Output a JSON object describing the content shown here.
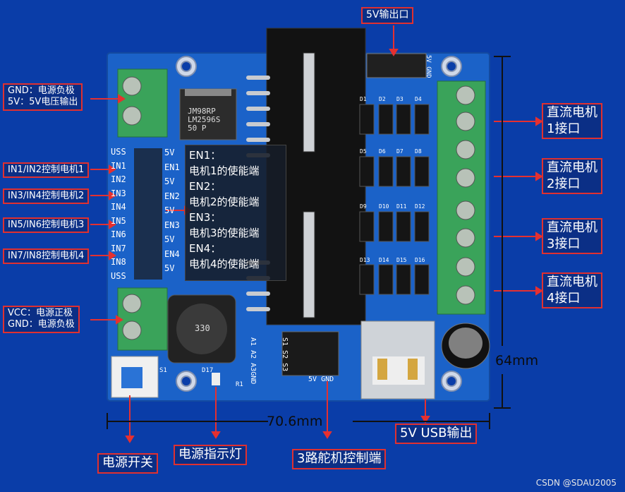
{
  "annotations": {
    "output_5v_header": "5V输出口",
    "gnd_5v": [
      "GND：电源负极",
      "5V：5V电压输出"
    ],
    "in12": "IN1/IN2控制电机1",
    "in34": "IN3/IN4控制电机2",
    "in56": "IN5/IN6控制电机3",
    "in78": "IN7/IN8控制电机4",
    "vcc_gnd": [
      "VCC：电源正极",
      "GND：电源负极"
    ],
    "motor_ports": [
      [
        "直流电机",
        "1接口"
      ],
      [
        "直流电机",
        "2接口"
      ],
      [
        "直流电机",
        "3接口"
      ],
      [
        "直流电机",
        "4接口"
      ]
    ],
    "power_switch": "电源开关",
    "power_led": "电源指示灯",
    "servo_ports": "3路舵机控制端",
    "usb_out": "5V USB输出"
  },
  "enable_overlay": [
    "EN1：",
    "电机1的使能端",
    "EN2：",
    "电机2的使能端",
    "EN3：",
    "电机3的使能端",
    "EN4：",
    "电机4的使能端"
  ],
  "dimensions": {
    "width": "70.6mm",
    "height": "64mm"
  },
  "board_silkscreen": {
    "regulator": [
      "JM98RP",
      "LM2596S",
      "50  P"
    ],
    "inductor": "330",
    "left_pins": [
      "USS",
      "IN1",
      "IN2",
      "IN3",
      "IN4",
      "IN5",
      "IN6",
      "IN7",
      "IN8",
      "USS"
    ],
    "right_pins": [
      "5V",
      "EN1",
      "5V",
      "EN2",
      "5V",
      "EN3",
      "5V",
      "EN4",
      "5V"
    ],
    "servo_pins": [
      "A1",
      "A2",
      "A3",
      "GND",
      "S1",
      "S2",
      "S3",
      "5V",
      "GND"
    ],
    "header_pins": "5V GND",
    "switch": "S1",
    "resistor": "R1",
    "led": "D17",
    "diodes": [
      "D1",
      "D2",
      "D3",
      "D4",
      "D5",
      "D6",
      "D7",
      "D8",
      "D9",
      "D10",
      "D11",
      "D12",
      "D13",
      "D14",
      "D15",
      "D16"
    ]
  },
  "watermark": "CSDN @SDAU2005",
  "colors": {
    "board": "#1b62c8",
    "background": "#0a3da8",
    "callout_border": "#e03030",
    "terminal": "#3aa35a"
  }
}
